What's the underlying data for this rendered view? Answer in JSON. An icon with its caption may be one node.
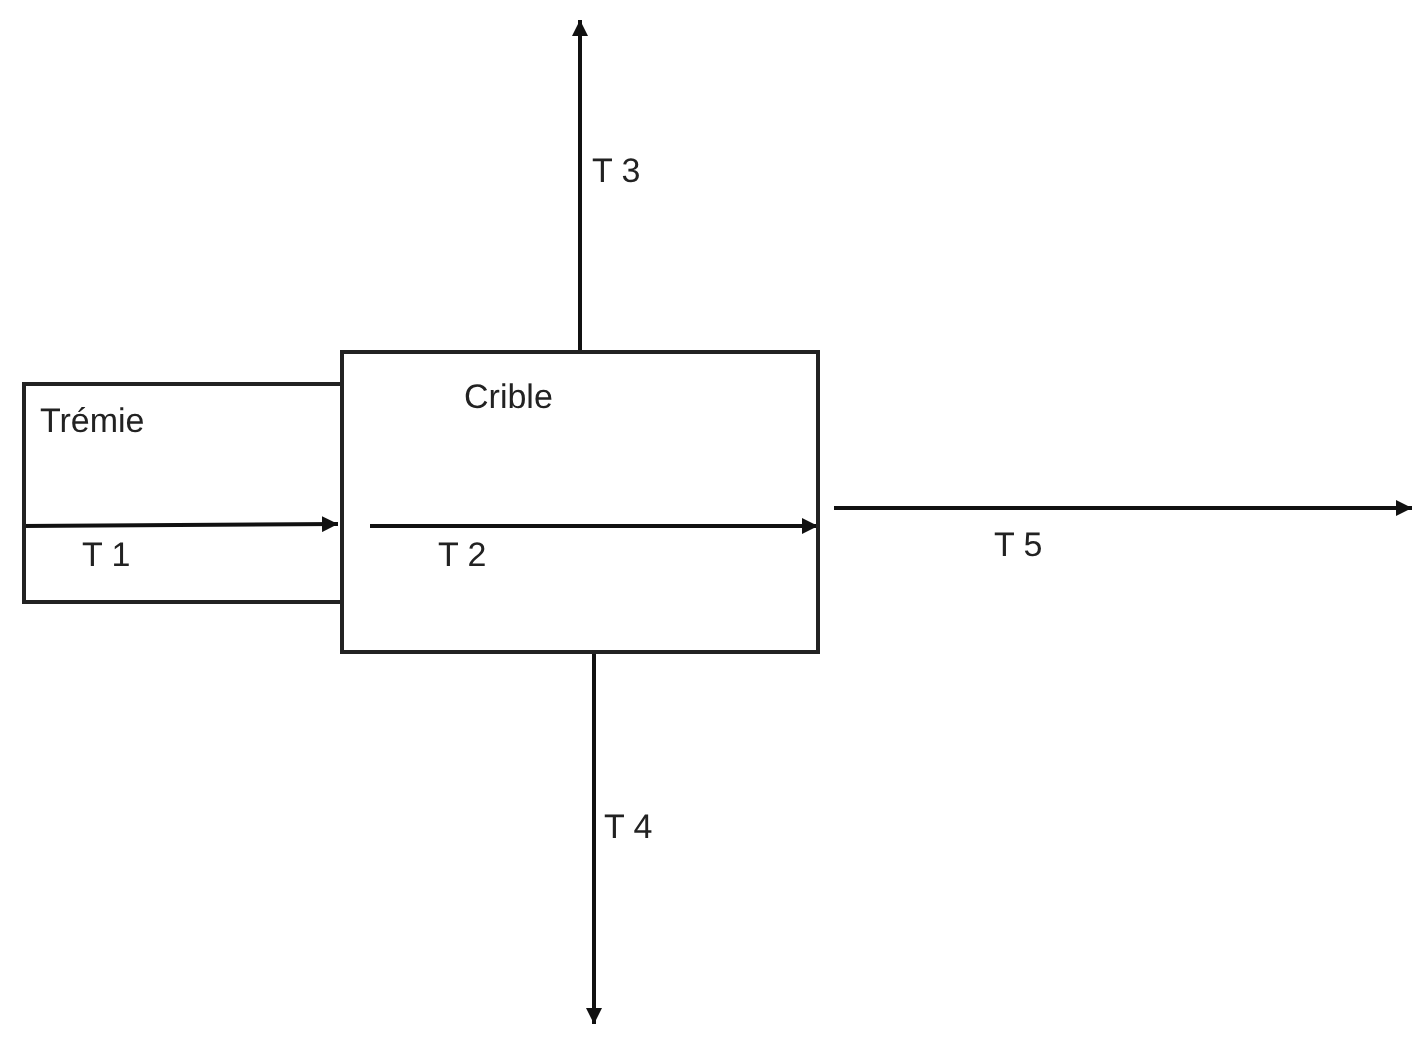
{
  "diagram": {
    "nodes": [
      {
        "text": [
          "Trémie"
        ]
      },
      {
        "text": [
          "Crible"
        ]
      }
    ],
    "edges": [
      {
        "from": 0,
        "to": 1,
        "arrow": "to",
        "label": "T 1"
      },
      {
        "from": 1,
        "to": null,
        "arrow": "to",
        "label": "T 3"
      },
      {
        "from": 1,
        "to": null,
        "arrow": "to",
        "label": "T 4"
      },
      {
        "from": 1,
        "to": null,
        "arrow": "to",
        "label": "T 5"
      }
    ],
    "labels": [
      "T 2"
    ]
  }
}
